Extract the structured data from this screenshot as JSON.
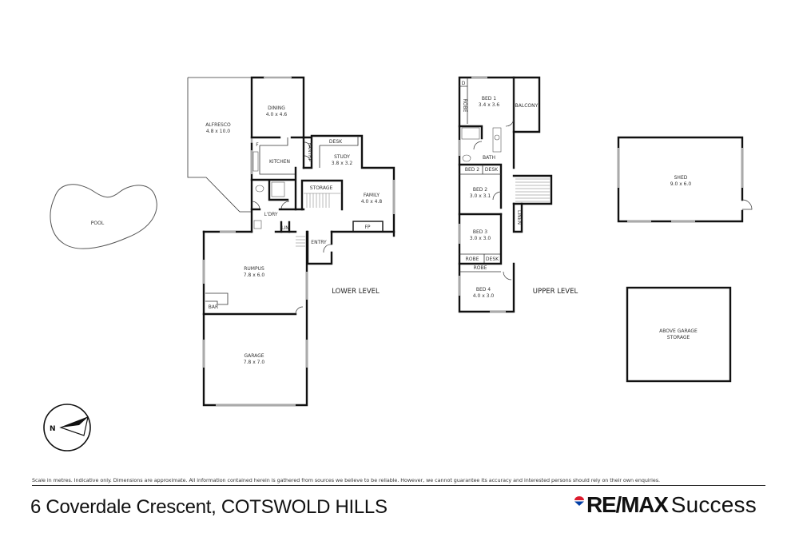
{
  "floorplan": {
    "lower_level": {
      "label": "LOWER LEVEL",
      "rooms": [
        {
          "name": "ALFRESCO",
          "dims": "4.8 x 10.0"
        },
        {
          "name": "DINING",
          "dims": "4.0 x 4.6"
        },
        {
          "name": "KITCHEN",
          "dims": ""
        },
        {
          "name": "PANTRY",
          "dims": ""
        },
        {
          "name": "STUDY",
          "dims": "3.8 x 3.2"
        },
        {
          "name": "DESK",
          "dims": ""
        },
        {
          "name": "STORAGE",
          "dims": ""
        },
        {
          "name": "FAMILY",
          "dims": "4.0 x 4.8"
        },
        {
          "name": "FP",
          "dims": ""
        },
        {
          "name": "L'DRY",
          "dims": ""
        },
        {
          "name": "LIN",
          "dims": ""
        },
        {
          "name": "ENTRY",
          "dims": ""
        },
        {
          "name": "RUMPUS",
          "dims": "7.8 x 6.0"
        },
        {
          "name": "BAR",
          "dims": ""
        },
        {
          "name": "GARAGE",
          "dims": "7.8 x 7.0"
        },
        {
          "name": "F",
          "dims": ""
        }
      ]
    },
    "upper_level": {
      "label": "UPPER LEVEL",
      "rooms": [
        {
          "name": "BED 1",
          "dims": "3.4 x 3.6"
        },
        {
          "name": "BALCONY",
          "dims": ""
        },
        {
          "name": "D",
          "dims": ""
        },
        {
          "name": "ROBE",
          "dims": ""
        },
        {
          "name": "BATH",
          "dims": ""
        },
        {
          "name": "BED 2",
          "dims": "3.0 x 3.1"
        },
        {
          "name": "ROBE",
          "dims": ""
        },
        {
          "name": "DESK",
          "dims": ""
        },
        {
          "name": "LINEN",
          "dims": ""
        },
        {
          "name": "BED 3",
          "dims": "3.0 x 3.0"
        },
        {
          "name": "ROBE",
          "dims": ""
        },
        {
          "name": "DESK",
          "dims": ""
        },
        {
          "name": "ROBE",
          "dims": ""
        },
        {
          "name": "BED 4",
          "dims": "4.0 x 3.0"
        }
      ]
    },
    "outbuildings": {
      "pool": {
        "name": "POOL"
      },
      "shed": {
        "name": "SHED",
        "dims": "9.0 x 6.0"
      },
      "above_garage": {
        "name": "ABOVE GARAGE",
        "name2": "STORAGE"
      }
    },
    "compass": {
      "label": "N"
    }
  },
  "footer": {
    "disclaimer": "Scale in metres. Indicative only. Dimensions are approximate. All information contained herein is gathered from sources we believe to be reliable. However, we cannot guarantee its accuracy and interested persons should rely on their own enquiries.",
    "address": "6 Coverdale Crescent, COTSWOLD HILLS",
    "brand_remax": "RE/MAX",
    "brand_success": "Success"
  },
  "colors": {
    "wall": "#111111",
    "window": "#aaaaaa",
    "remax_red": "#dc1c2e",
    "remax_blue": "#003da5"
  }
}
